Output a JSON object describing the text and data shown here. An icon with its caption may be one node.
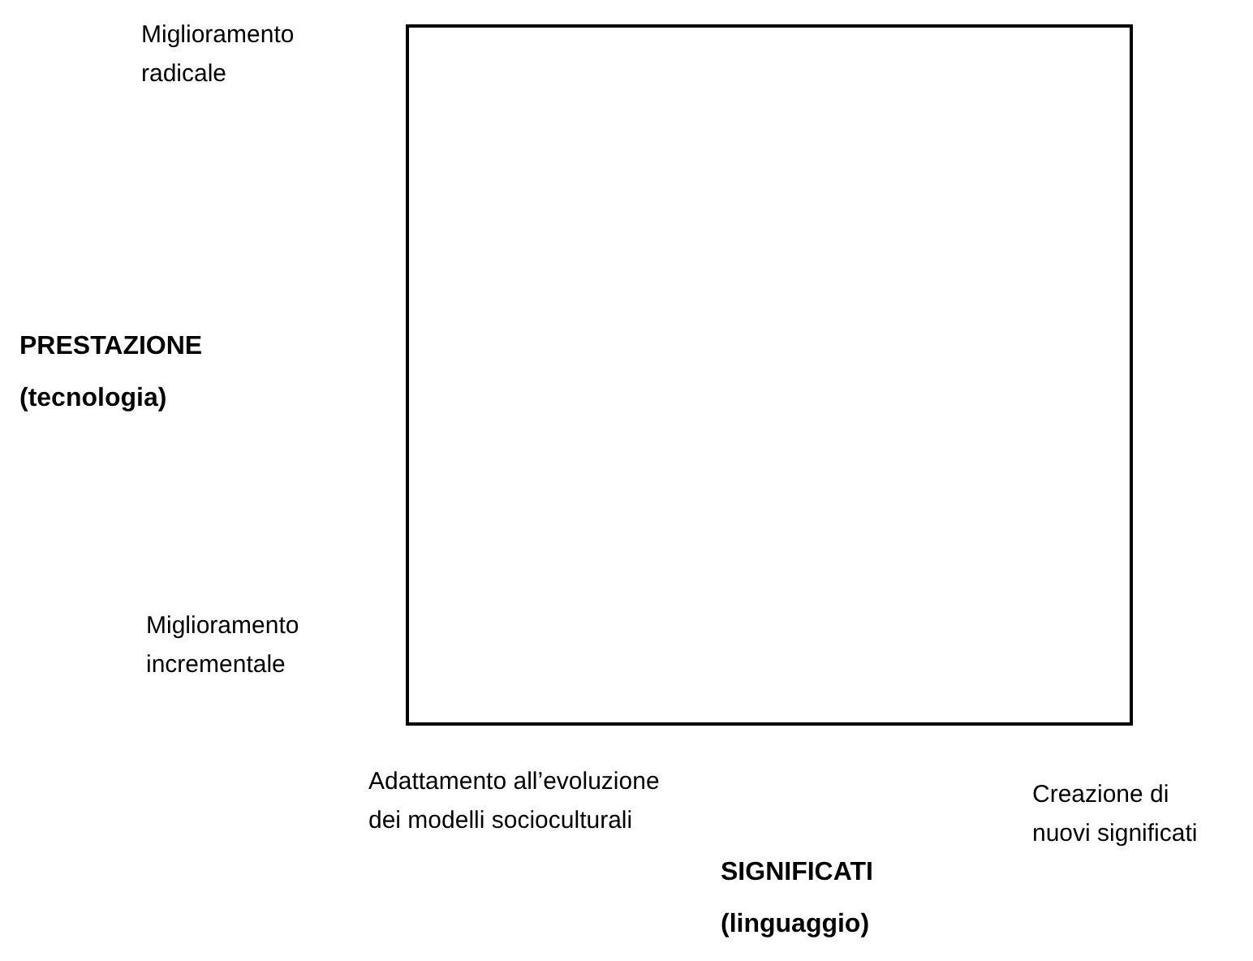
{
  "diagram": {
    "nodes": [
      {
        "text": [],
        "shape": "box"
      }
    ],
    "labels": [
      "Miglioramento radicale",
      "PRESTAZIONE (tecnologia)",
      "Miglioramento incrementale",
      "Adattamento all’evoluzione dei modelli socioculturali",
      "Creazione di nuovi significati",
      "SIGNIFICATI (linguaggio)"
    ]
  }
}
